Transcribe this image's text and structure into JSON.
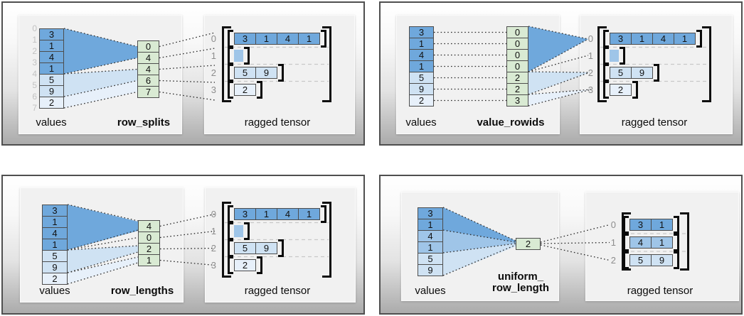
{
  "colors": {
    "dark": "#6fa8dc",
    "medium": "#9fc5e8",
    "light": "#cfe2f3",
    "xlight": "#e7f0fa",
    "green": "#d9ead3"
  },
  "panels": [
    {
      "key": "row_splits",
      "values_label": "values",
      "partition_label_lines": [
        "row_splits"
      ],
      "tensor_label": "ragged tensor",
      "values": [
        3,
        1,
        4,
        1,
        5,
        9,
        2
      ],
      "value_colors": [
        "dark",
        "dark",
        "dark",
        "dark",
        "light",
        "light",
        "xlight"
      ],
      "value_indices": [
        0,
        1,
        2,
        3,
        4,
        5,
        6,
        7
      ],
      "partition": [
        0,
        4,
        4,
        6,
        7
      ],
      "tensor_rows": [
        {
          "index": 0,
          "cells": [
            3,
            1,
            4,
            1
          ],
          "color": "dark"
        },
        {
          "index": 1,
          "cells": [],
          "color": "medium"
        },
        {
          "index": 2,
          "cells": [
            5,
            9
          ],
          "color": "light"
        },
        {
          "index": 3,
          "cells": [
            2
          ],
          "color": "xlight"
        }
      ]
    },
    {
      "key": "value_rowids",
      "values_label": "values",
      "partition_label_lines": [
        "value_rowids"
      ],
      "tensor_label": "ragged tensor",
      "values": [
        3,
        1,
        4,
        1,
        5,
        9,
        2
      ],
      "value_colors": [
        "dark",
        "dark",
        "dark",
        "dark",
        "light",
        "light",
        "xlight"
      ],
      "partition": [
        0,
        0,
        0,
        0,
        2,
        2,
        3
      ],
      "tensor_rows": [
        {
          "index": 0,
          "cells": [
            3,
            1,
            4,
            1
          ],
          "color": "dark"
        },
        {
          "index": 1,
          "cells": [],
          "color": "medium"
        },
        {
          "index": 2,
          "cells": [
            5,
            9
          ],
          "color": "light"
        },
        {
          "index": 3,
          "cells": [
            2
          ],
          "color": "xlight"
        }
      ]
    },
    {
      "key": "row_lengths",
      "values_label": "values",
      "partition_label_lines": [
        "row_lengths"
      ],
      "tensor_label": "ragged tensor",
      "values": [
        3,
        1,
        4,
        1,
        5,
        9,
        2
      ],
      "value_colors": [
        "dark",
        "dark",
        "dark",
        "dark",
        "light",
        "light",
        "xlight"
      ],
      "partition": [
        4,
        0,
        2,
        1
      ],
      "tensor_rows": [
        {
          "index": 0,
          "cells": [
            3,
            1,
            4,
            1
          ],
          "color": "dark"
        },
        {
          "index": 1,
          "cells": [],
          "color": "medium"
        },
        {
          "index": 2,
          "cells": [
            5,
            9
          ],
          "color": "light"
        },
        {
          "index": 3,
          "cells": [
            2
          ],
          "color": "xlight"
        }
      ]
    },
    {
      "key": "uniform_row_length",
      "values_label": "values",
      "partition_label_lines": [
        "uniform_",
        "row_length"
      ],
      "tensor_label": "ragged tensor",
      "values": [
        3,
        1,
        4,
        1,
        5,
        9
      ],
      "value_colors": [
        "dark",
        "dark",
        "medium",
        "medium",
        "light",
        "light"
      ],
      "partition": [
        2
      ],
      "tensor_rows": [
        {
          "index": 0,
          "cells": [
            3,
            1
          ],
          "color": "dark"
        },
        {
          "index": 1,
          "cells": [
            4,
            1
          ],
          "color": "medium"
        },
        {
          "index": 2,
          "cells": [
            5,
            9
          ],
          "color": "light"
        }
      ]
    }
  ]
}
